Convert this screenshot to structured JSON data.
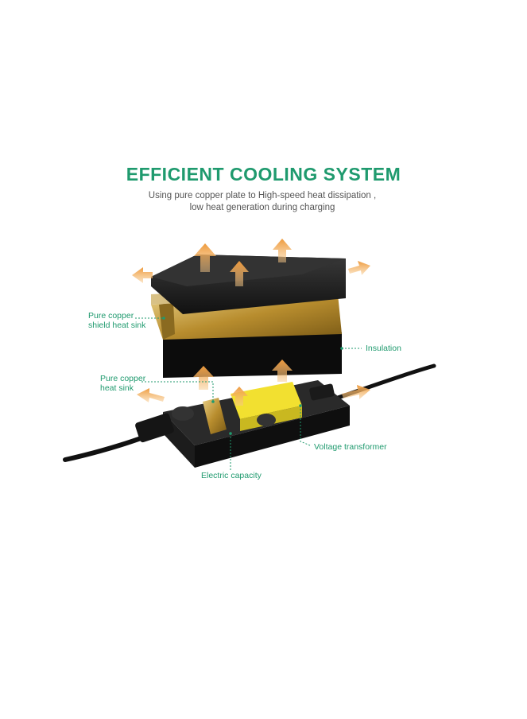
{
  "header": {
    "title": "EFFICIENT COOLING SYSTEM",
    "subtitle_line1": "Using pure copper plate to High-speed heat dissipation ,",
    "subtitle_line2": "low heat generation during charging"
  },
  "callouts": {
    "shield_heat_sink_line1": "Pure copper",
    "shield_heat_sink_line2": "shield heat sink",
    "insulation": "Insulation",
    "heat_sink_line1": "Pure copper",
    "heat_sink_line2": "heat sink",
    "voltage_transformer": "Voltage transformer",
    "electric_capacity": "Electric capacity"
  },
  "colors": {
    "accent_green": "#1f9a6e",
    "arrow_orange": "#f0a048",
    "copper_gold": "#b8923a",
    "case_black": "#1a1a1a",
    "component_yellow": "#f2e030"
  }
}
